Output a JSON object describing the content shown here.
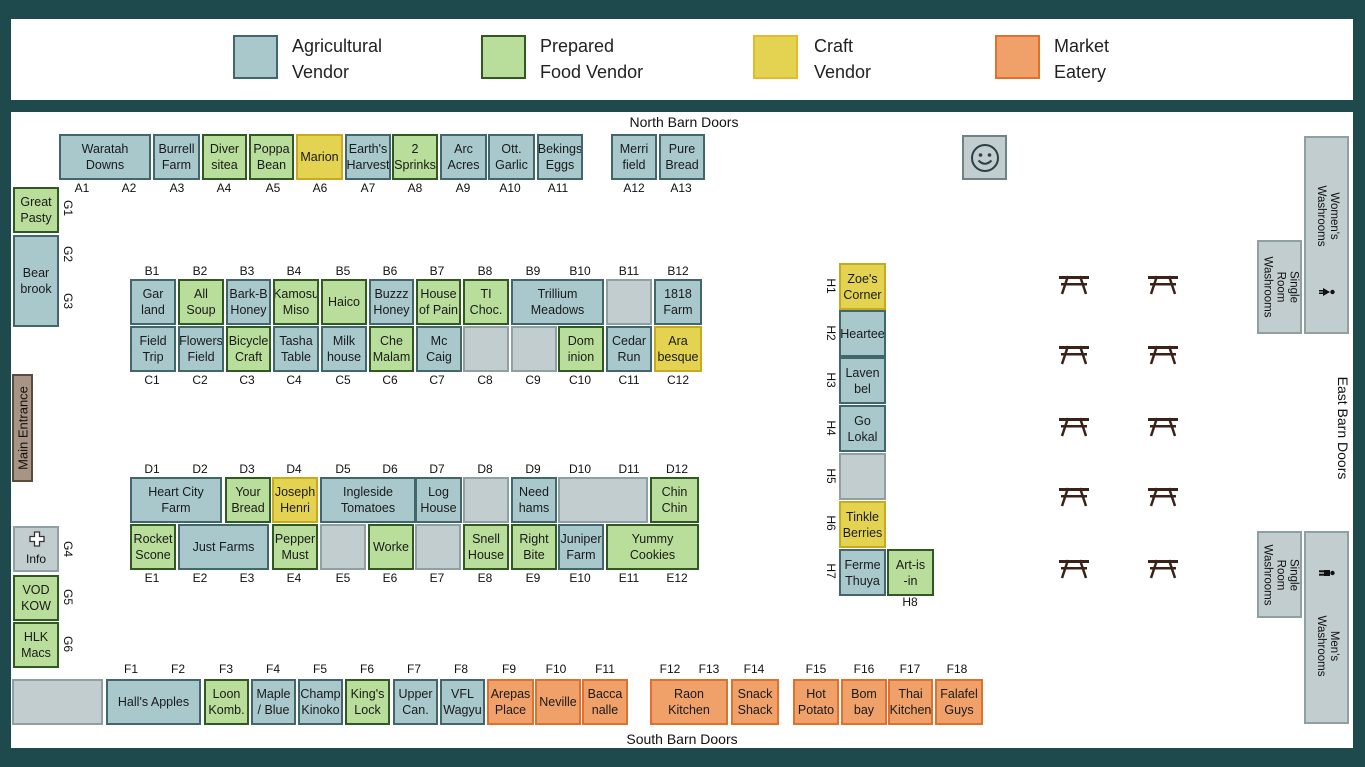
{
  "legend": [
    {
      "label": "Agricultural\nVendor",
      "type": "ag",
      "color": "#a8c8cc"
    },
    {
      "label": "Prepared\nFood Vendor",
      "type": "pf",
      "color": "#b9dd9a"
    },
    {
      "label": "Craft\nVendor",
      "type": "cr",
      "color": "#e4d350"
    },
    {
      "label": "Market\nEatery",
      "type": "ea",
      "color": "#f0a16a"
    }
  ],
  "doors": {
    "north": "North Barn Doors",
    "south": "South Barn Doors",
    "east": "East Barn Doors",
    "main": "Main Entrance"
  },
  "facilities": {
    "info": "Info",
    "info_icon": "first-aid-cross-icon",
    "smiley_icon": "smiley-face-icon",
    "womens": "Women's Washrooms",
    "mens": "Men's Washrooms",
    "single_room_1": "Single Room\nWashrooms",
    "single_room_2": "Single Room\nWashrooms",
    "picnic_icon": "picnic-table-icon"
  },
  "booths": {
    "A": [
      {
        "name": "Waratah Downs",
        "type": "ag"
      },
      {
        "name": "Burrell\nFarm",
        "type": "ag"
      },
      {
        "name": "Diver\nsitea",
        "type": "pf"
      },
      {
        "name": "Poppa\nBean",
        "type": "pf"
      },
      {
        "name": "Marion",
        "type": "cr"
      },
      {
        "name": "Earth's\nHarvest",
        "type": "ag"
      },
      {
        "name": "2\nSprinks",
        "type": "pf"
      },
      {
        "name": "Arc\nAcres",
        "type": "ag"
      },
      {
        "name": "Ott.\nGarlic",
        "type": "ag"
      },
      {
        "name": "Bekings\nEggs",
        "type": "ag"
      },
      {
        "name": "Merri\nfield",
        "type": "ag"
      },
      {
        "name": "Pure\nBread",
        "type": "ag"
      }
    ],
    "A_labels": [
      "A1",
      "A2",
      "A3",
      "A4",
      "A5",
      "A6",
      "A7",
      "A8",
      "A9",
      "A10",
      "A11",
      "A12",
      "A13"
    ],
    "G": [
      {
        "name": "Great\nPasty",
        "type": "pf"
      },
      {
        "name": "Bear\nbrook",
        "type": "ag"
      },
      {
        "name": "VOD\nKOW",
        "type": "pf"
      },
      {
        "name": "HLK\nMacs",
        "type": "pf"
      }
    ],
    "G_labels": [
      "G1",
      "G2",
      "G3",
      "G4",
      "G5",
      "G6"
    ],
    "B": [
      {
        "name": "Gar\nland",
        "type": "ag"
      },
      {
        "name": "All\nSoup",
        "type": "pf"
      },
      {
        "name": "Bark-B\nHoney",
        "type": "ag"
      },
      {
        "name": "Kamosu\nMiso",
        "type": "pf"
      },
      {
        "name": "Haico",
        "type": "pf"
      },
      {
        "name": "Buzzz\nHoney",
        "type": "ag"
      },
      {
        "name": "House\nof Pain",
        "type": "pf"
      },
      {
        "name": "TI\nChoc.",
        "type": "pf"
      },
      {
        "name": "Trillium\nMeadows",
        "type": "ag"
      },
      {
        "name": "",
        "type": "em"
      },
      {
        "name": "1818\nFarm",
        "type": "ag"
      }
    ],
    "B_labels": [
      "B1",
      "B2",
      "B3",
      "B4",
      "B5",
      "B6",
      "B7",
      "B8",
      "B9",
      "B10",
      "B11",
      "B12"
    ],
    "C": [
      {
        "name": "Field\nTrip",
        "type": "ag"
      },
      {
        "name": "Flowers\nField",
        "type": "ag"
      },
      {
        "name": "Bicycle\nCraft",
        "type": "pf"
      },
      {
        "name": "Tasha\nTable",
        "type": "ag"
      },
      {
        "name": "Milk\nhouse",
        "type": "ag"
      },
      {
        "name": "Che\nMalam",
        "type": "pf"
      },
      {
        "name": "Mc\nCaig",
        "type": "ag"
      },
      {
        "name": "",
        "type": "em"
      },
      {
        "name": "",
        "type": "em"
      },
      {
        "name": "Dom\ninion",
        "type": "pf"
      },
      {
        "name": "Cedar\nRun",
        "type": "ag"
      },
      {
        "name": "Ara\nbesque",
        "type": "cr"
      }
    ],
    "C_labels": [
      "C1",
      "C2",
      "C3",
      "C4",
      "C5",
      "C6",
      "C7",
      "C8",
      "C9",
      "C10",
      "C11",
      "C12"
    ],
    "D": [
      {
        "name": "Heart City\nFarm",
        "type": "ag"
      },
      {
        "name": "Your\nBread",
        "type": "pf"
      },
      {
        "name": "Joseph\nHenri",
        "type": "cr"
      },
      {
        "name": "Ingleside\nTomatoes",
        "type": "ag"
      },
      {
        "name": "Log\nHouse",
        "type": "ag"
      },
      {
        "name": "",
        "type": "em"
      },
      {
        "name": "Need\nhams",
        "type": "ag"
      },
      {
        "name": "",
        "type": "em"
      },
      {
        "name": "Chin\nChin",
        "type": "pf"
      }
    ],
    "D_labels": [
      "D1",
      "D2",
      "D3",
      "D4",
      "D5",
      "D6",
      "D7",
      "D8",
      "D9",
      "D10",
      "D11",
      "D12"
    ],
    "E": [
      {
        "name": "Rocket\nScone",
        "type": "pf"
      },
      {
        "name": "Just Farms",
        "type": "ag"
      },
      {
        "name": "Pepper\nMust",
        "type": "pf"
      },
      {
        "name": "",
        "type": "em"
      },
      {
        "name": "Worke",
        "type": "pf"
      },
      {
        "name": "",
        "type": "em"
      },
      {
        "name": "Snell\nHouse",
        "type": "pf"
      },
      {
        "name": "Right\nBite",
        "type": "pf"
      },
      {
        "name": "Juniper\nFarm",
        "type": "ag"
      },
      {
        "name": "Yummy\nCookies",
        "type": "pf"
      }
    ],
    "E_labels": [
      "E1",
      "E2",
      "E3",
      "E4",
      "E5",
      "E6",
      "E7",
      "E8",
      "E9",
      "E10",
      "E11",
      "E12"
    ],
    "F": [
      {
        "name": "",
        "type": "em"
      },
      {
        "name": "Hall's Apples",
        "type": "ag"
      },
      {
        "name": "Loon\nKomb.",
        "type": "pf"
      },
      {
        "name": "Maple\n/ Blue",
        "type": "ag"
      },
      {
        "name": "Champ\nKinoko",
        "type": "ag"
      },
      {
        "name": "King's\nLock",
        "type": "pf"
      },
      {
        "name": "Upper\nCan.",
        "type": "ag"
      },
      {
        "name": "VFL\nWagyu",
        "type": "ag"
      },
      {
        "name": "Arepas\nPlace",
        "type": "ea"
      },
      {
        "name": "Neville",
        "type": "ea"
      },
      {
        "name": "Bacca\nnalle",
        "type": "ea"
      },
      {
        "name": "Raon\nKitchen",
        "type": "ea"
      },
      {
        "name": "Snack\nShack",
        "type": "ea"
      },
      {
        "name": "Hot\nPotato",
        "type": "ea"
      },
      {
        "name": "Bom\nbay",
        "type": "ea"
      },
      {
        "name": "Thai\nKitchen",
        "type": "ea"
      },
      {
        "name": "Falafel\nGuys",
        "type": "ea"
      }
    ],
    "F_labels": [
      "F1",
      "F2",
      "F3",
      "F4",
      "F5",
      "F6",
      "F7",
      "F8",
      "F9",
      "F10",
      "F11",
      "F12",
      "F13",
      "F14",
      "F15",
      "F16",
      "F17",
      "F18"
    ],
    "H": [
      {
        "name": "Zoe's\nCorner",
        "type": "cr"
      },
      {
        "name": "Heartee",
        "type": "ag"
      },
      {
        "name": "Laven\nbel",
        "type": "ag"
      },
      {
        "name": "Go\nLokal",
        "type": "ag"
      },
      {
        "name": "",
        "type": "em"
      },
      {
        "name": "Tinkle\nBerries",
        "type": "cr"
      },
      {
        "name": "Ferme\nThuya",
        "type": "ag"
      },
      {
        "name": "Art-is\n-in",
        "type": "pf"
      }
    ],
    "H_labels": [
      "H1",
      "H2",
      "H3",
      "H4",
      "H5",
      "H6",
      "H7",
      "H8"
    ]
  }
}
